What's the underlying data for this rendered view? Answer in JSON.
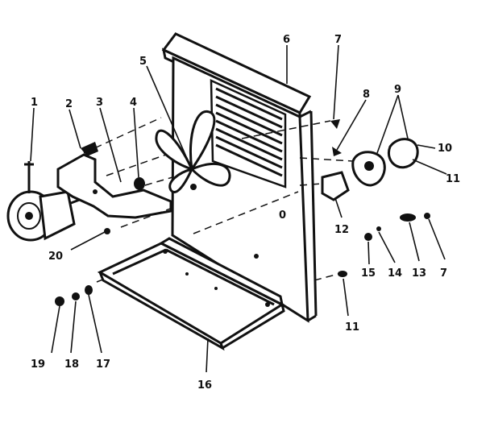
{
  "diagram": {
    "labels": [
      {
        "id": "label-1",
        "text": "1"
      },
      {
        "id": "label-2",
        "text": "2"
      },
      {
        "id": "label-3",
        "text": "3"
      },
      {
        "id": "label-4",
        "text": "4"
      },
      {
        "id": "label-5",
        "text": "5"
      },
      {
        "id": "label-6",
        "text": "6"
      },
      {
        "id": "label-7-top",
        "text": "7"
      },
      {
        "id": "label-8",
        "text": "8"
      },
      {
        "id": "label-9",
        "text": "9"
      },
      {
        "id": "label-10",
        "text": "10"
      },
      {
        "id": "label-11-right",
        "text": "11"
      },
      {
        "id": "label-12-center",
        "text": "12"
      },
      {
        "id": "label-0",
        "text": "0"
      },
      {
        "id": "label-20",
        "text": "20"
      },
      {
        "id": "label-15",
        "text": "15"
      },
      {
        "id": "label-14",
        "text": "14"
      },
      {
        "id": "label-13",
        "text": "13"
      },
      {
        "id": "label-7-bottom",
        "text": "7"
      },
      {
        "id": "label-11-bottom",
        "text": "11"
      },
      {
        "id": "label-19",
        "text": "19"
      },
      {
        "id": "label-18",
        "text": "18"
      },
      {
        "id": "label-17",
        "text": "17"
      },
      {
        "id": "label-16",
        "text": "16"
      }
    ]
  }
}
